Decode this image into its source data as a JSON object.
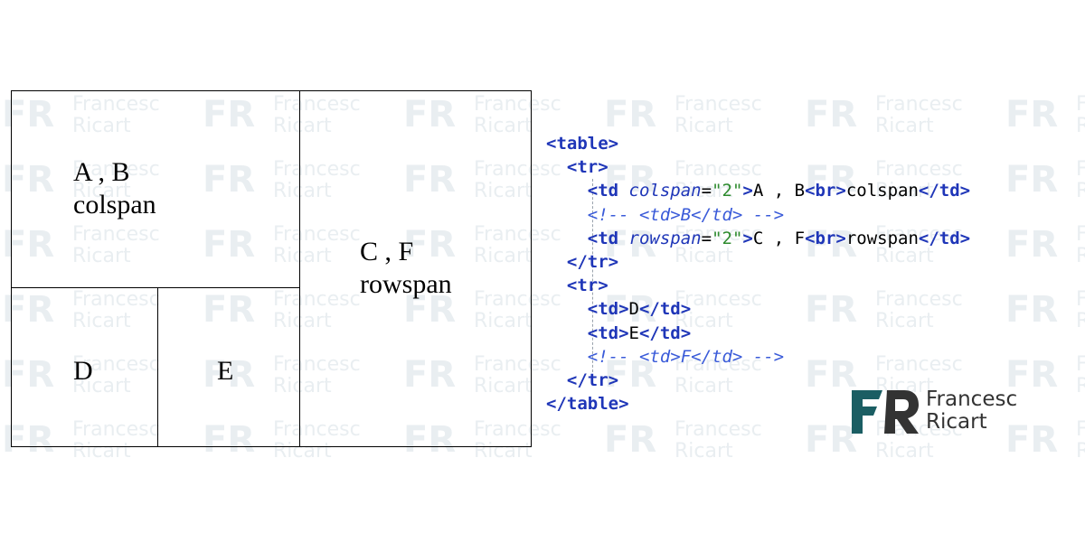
{
  "table_preview": {
    "cell_ab": {
      "line1": "A , B",
      "line2": "colspan"
    },
    "cell_cf": {
      "line1": "C , F",
      "line2": "rowspan"
    },
    "cell_d": "D",
    "cell_e": "E"
  },
  "code": {
    "lines": [
      [
        {
          "t": "<table>",
          "c": "tag"
        }
      ],
      [
        {
          "t": "  "
        },
        {
          "t": "<tr>",
          "c": "tag"
        }
      ],
      [
        {
          "t": "    "
        },
        {
          "t": "<td",
          "c": "tag"
        },
        {
          "t": " "
        },
        {
          "t": "colspan",
          "c": "attr"
        },
        {
          "t": "=",
          "c": ""
        },
        {
          "t": "\"2\"",
          "c": "str"
        },
        {
          "t": ">",
          "c": "tag"
        },
        {
          "t": "A , B"
        },
        {
          "t": "<br>",
          "c": "tag"
        },
        {
          "t": "colspan"
        },
        {
          "t": "</td>",
          "c": "tag"
        }
      ],
      [
        {
          "t": "    "
        },
        {
          "t": "<!-- <td>B</td> -->",
          "c": "cmt"
        }
      ],
      [
        {
          "t": "    "
        },
        {
          "t": "<td",
          "c": "tag"
        },
        {
          "t": " "
        },
        {
          "t": "rowspan",
          "c": "attr"
        },
        {
          "t": "="
        },
        {
          "t": "\"2\"",
          "c": "str"
        },
        {
          "t": ">",
          "c": "tag"
        },
        {
          "t": "C , F"
        },
        {
          "t": "<br>",
          "c": "tag"
        },
        {
          "t": "rowspan"
        },
        {
          "t": "</td>",
          "c": "tag"
        }
      ],
      [
        {
          "t": "  "
        },
        {
          "t": "</tr>",
          "c": "tag"
        }
      ],
      [
        {
          "t": "  "
        },
        {
          "t": "<tr>",
          "c": "tag"
        }
      ],
      [
        {
          "t": "    "
        },
        {
          "t": "<td>",
          "c": "tag"
        },
        {
          "t": "D"
        },
        {
          "t": "</td>",
          "c": "tag"
        }
      ],
      [
        {
          "t": "    "
        },
        {
          "t": "<td>",
          "c": "tag"
        },
        {
          "t": "E"
        },
        {
          "t": "</td>",
          "c": "tag"
        }
      ],
      [
        {
          "t": "    "
        },
        {
          "t": "<!-- <td>F</td> -->",
          "c": "cmt"
        }
      ],
      [
        {
          "t": "  "
        },
        {
          "t": "</tr>",
          "c": "tag"
        }
      ],
      [
        {
          "t": "</table>",
          "c": "tag"
        }
      ]
    ]
  },
  "brand": {
    "name_line1": "Francesc",
    "name_line2": "Ricart",
    "monogram": "FR",
    "colors": {
      "logo_teal": "#1b5e63",
      "logo_dark": "#333333",
      "tag": "#1f36b8",
      "string": "#2e8b2e"
    }
  }
}
